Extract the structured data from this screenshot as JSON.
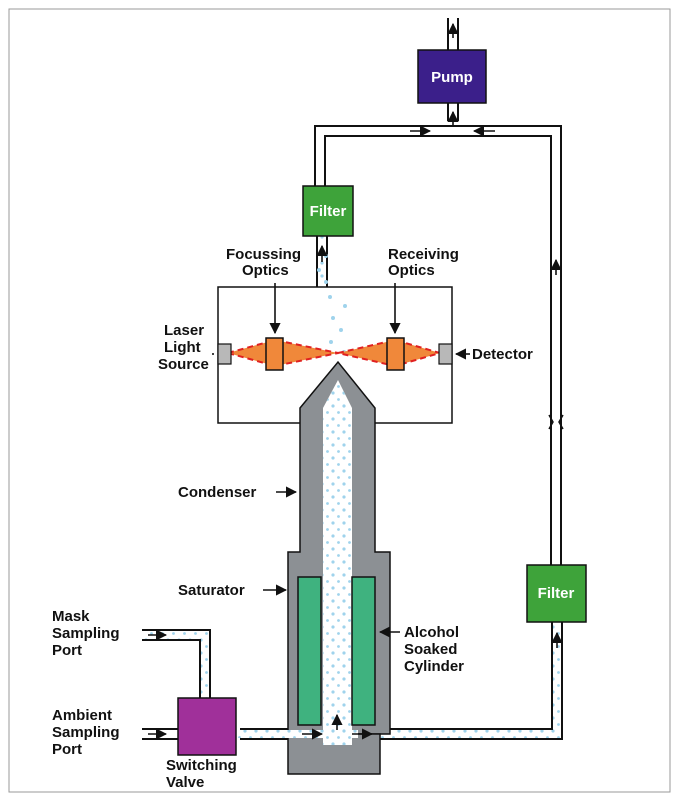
{
  "boxes": {
    "pump": "Pump",
    "filter_top": "Filter",
    "filter_right": "Filter"
  },
  "labels": {
    "focussing_optics": [
      "Focussing",
      "Optics"
    ],
    "receiving_optics": [
      "Receiving",
      "Optics"
    ],
    "laser_light_source": [
      "Laser",
      "Light",
      "Source"
    ],
    "detector": "Detector",
    "condenser": "Condenser",
    "saturator": "Saturator",
    "alcohol_soaked_cylinder": [
      "Alcohol",
      "Soaked",
      "Cylinder"
    ],
    "mask_sampling_port": [
      "Mask",
      "Sampling",
      "Port"
    ],
    "ambient_sampling_port": [
      "Ambient",
      "Sampling",
      "Port"
    ],
    "switching_valve": [
      "Switching",
      "Valve"
    ]
  },
  "colors": {
    "pump": "#3b1f8a",
    "filter": "#3ea33a",
    "switching_valve": "#a0309a",
    "column_gray": "#8c9094",
    "alcohol_green": "#3fb27f",
    "optics_orange": "#f0883a",
    "beam_red": "#e02020",
    "particles": "#9fd3ec"
  }
}
